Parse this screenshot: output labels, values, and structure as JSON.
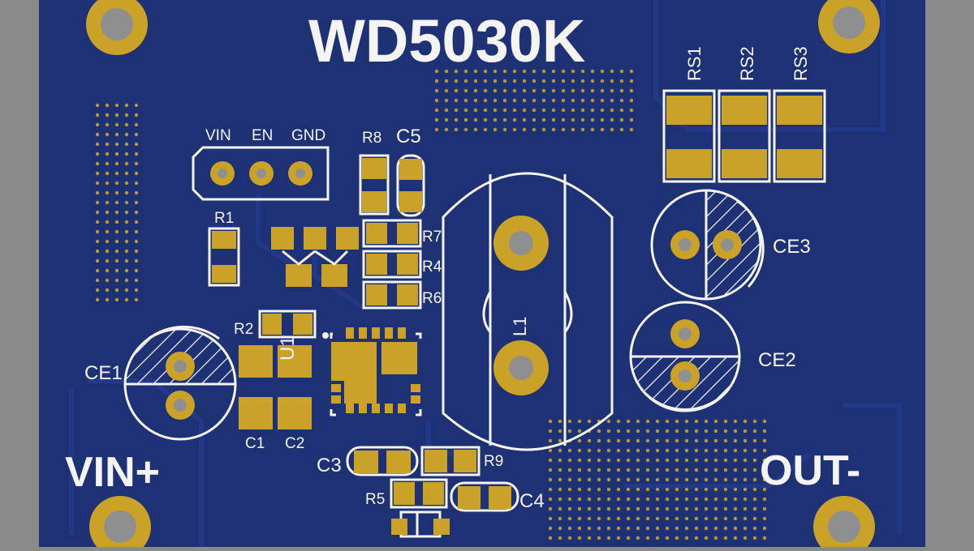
{
  "board": {
    "title": "WD5030K",
    "input_label": "VIN+",
    "output_label": "OUT-",
    "header": {
      "pins": [
        "VIN",
        "EN",
        "GND"
      ]
    },
    "resistors": [
      "R1",
      "R2",
      "R4",
      "R5",
      "R6",
      "R7",
      "R8",
      "R9"
    ],
    "capacitors": [
      "C1",
      "C2",
      "C3",
      "C4",
      "C5"
    ],
    "electrolytic_capacitors": [
      "CE1",
      "CE2",
      "CE3"
    ],
    "shunts": [
      "RS1",
      "RS2",
      "RS3"
    ],
    "inductor": "L1",
    "ic": "U1",
    "colors": {
      "soldermask": "#1d3174",
      "copper_pad": "#c9a227",
      "silkscreen": "#f4f4f4",
      "background": "#8a8a8a"
    }
  }
}
